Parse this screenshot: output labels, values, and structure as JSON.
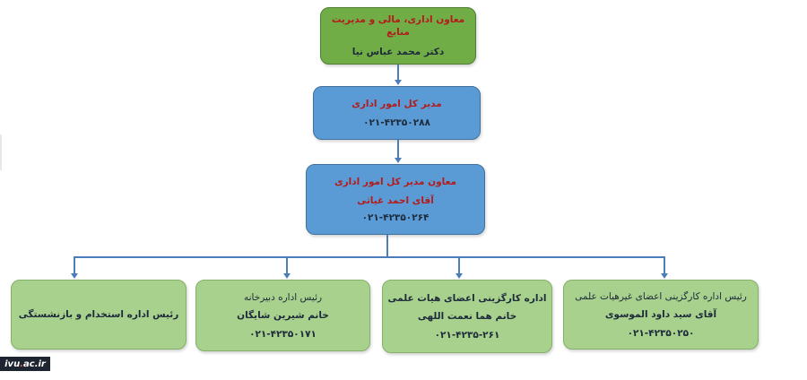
{
  "top_node": {
    "title": "معاون اداری، مالی و مدیریت منابع",
    "name": "دکتر محمد عباس نیا"
  },
  "director_node": {
    "title": "مدیر کل امور اداری",
    "phone": "۰۲۱-۴۲۳۵۰۲۸۸"
  },
  "deputy_node": {
    "title": "معاون مدیر کل امور اداری",
    "name": "آقای احمد غیاثی",
    "phone": "۰۲۱-۴۲۳۵۰۲۶۴"
  },
  "units": [
    {
      "title": "رئیس اداره کارگزینی اعضای غیرهیات علمی",
      "name": "آقای سید داود الموسوی",
      "phone": "۰۲۱-۴۲۳۵۰۲۵۰"
    },
    {
      "title": "اداره کارگزینی اعضای هیات علمی",
      "name": "خانم هما نعمت اللهی",
      "phone": "۰۲۱-۴۲۳۵-۲۶۱"
    },
    {
      "title": "رئیس اداره دبیرخانه",
      "name": "خانم شیرین شایگان",
      "phone": "۰۲۱-۴۲۳۵۰۱۷۱"
    },
    {
      "title": "رئیس اداره استخدام و بازنشستگی"
    }
  ],
  "logo": {
    "prefix": "ivu",
    "dot": ".",
    "suffix": "ac.ir"
  },
  "colors": {
    "top": "#70ad47",
    "blue": "#5b9bd5",
    "green": "#a9d18e",
    "title_red": "#b31b1b",
    "connector": "#4a7ebb"
  }
}
